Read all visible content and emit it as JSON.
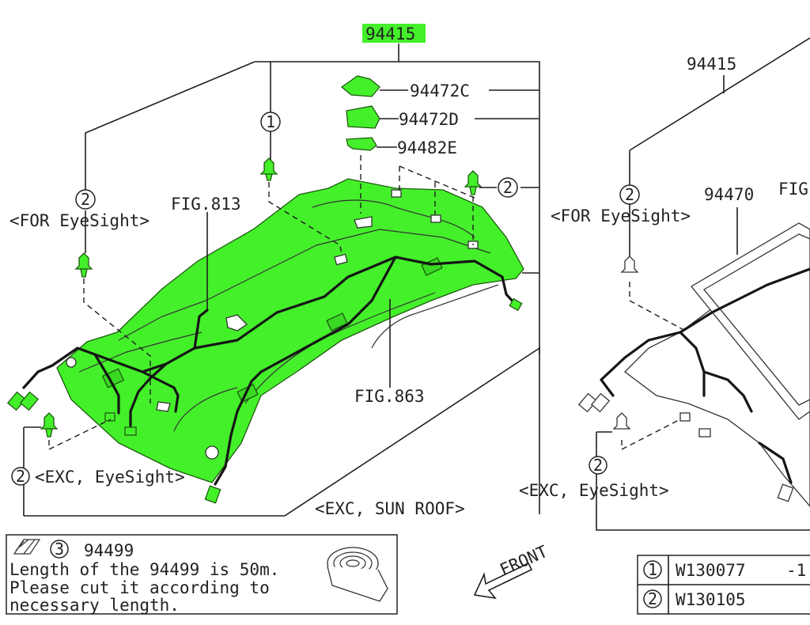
{
  "left": {
    "main_part": "94415",
    "part_c": "94472C",
    "part_d": "94472D",
    "part_e": "94482E",
    "fig_813": "FIG.813",
    "fig_863": "FIG.863",
    "for_eyesight": "<FOR EyeSight>",
    "exc_eyesight": "<EXC, EyeSight>",
    "exc_sun_roof": "<EXC, SUN ROOF>",
    "callout_1": "1",
    "callout_2": "2"
  },
  "right": {
    "main_part": "94415",
    "part_sunroof": "94470",
    "fig_partial": "FIG",
    "for_eyesight": "<FOR EyeSight>",
    "exc_eyesight": "<EXC, EyeSight>",
    "callout_2": "2"
  },
  "note": {
    "callout": "3",
    "part": "94499",
    "line1": "Length of the 94499 is 50m.",
    "line2": "Please cut it according to",
    "line3": "necessary length."
  },
  "front_label": "FRONT",
  "legend": {
    "rows": [
      {
        "num": "1",
        "code": "W130077",
        "suffix": "-1"
      },
      {
        "num": "2",
        "code": "W130105",
        "suffix": ""
      }
    ]
  },
  "colors": {
    "highlight": "#44f02a",
    "ink": "#222222"
  }
}
